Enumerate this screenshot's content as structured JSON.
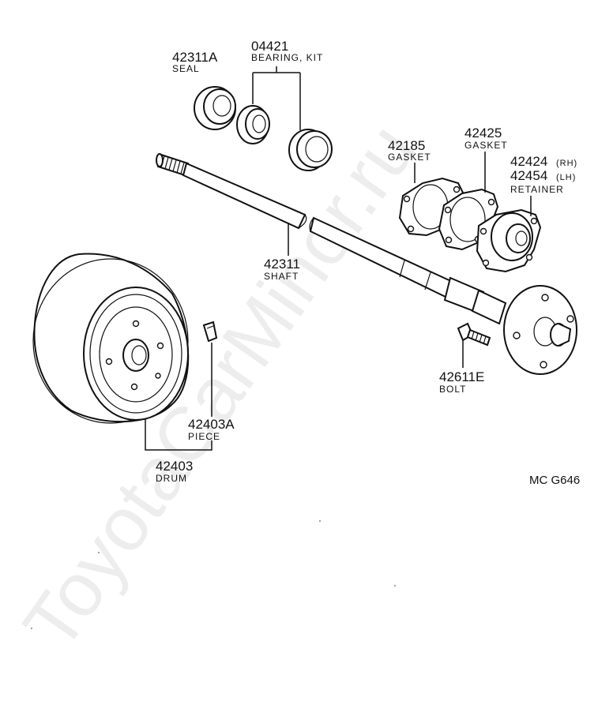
{
  "diagram": {
    "watermark": "ToyotaCarMinor.ru",
    "figure_code": "MC G646",
    "parts": [
      {
        "id": "seal",
        "number": "42311A",
        "name": "SEAL"
      },
      {
        "id": "bearing-kit",
        "number": "04421",
        "name": "BEARING, KIT"
      },
      {
        "id": "gasket-1",
        "number": "42185",
        "name": "GASKET"
      },
      {
        "id": "gasket-2",
        "number": "42425",
        "name": "GASKET"
      },
      {
        "id": "retainer",
        "number_rh": "42424",
        "suffix_rh": "(RH)",
        "number_lh": "42454",
        "suffix_lh": "(LH)",
        "name": "RETAINER"
      },
      {
        "id": "shaft",
        "number": "42311",
        "name": "SHAFT"
      },
      {
        "id": "bolt",
        "number": "42611E",
        "name": "BOLT"
      },
      {
        "id": "piece",
        "number": "42403A",
        "name": "PIECE"
      },
      {
        "id": "drum",
        "number": "42403",
        "name": "DRUM"
      }
    ]
  }
}
